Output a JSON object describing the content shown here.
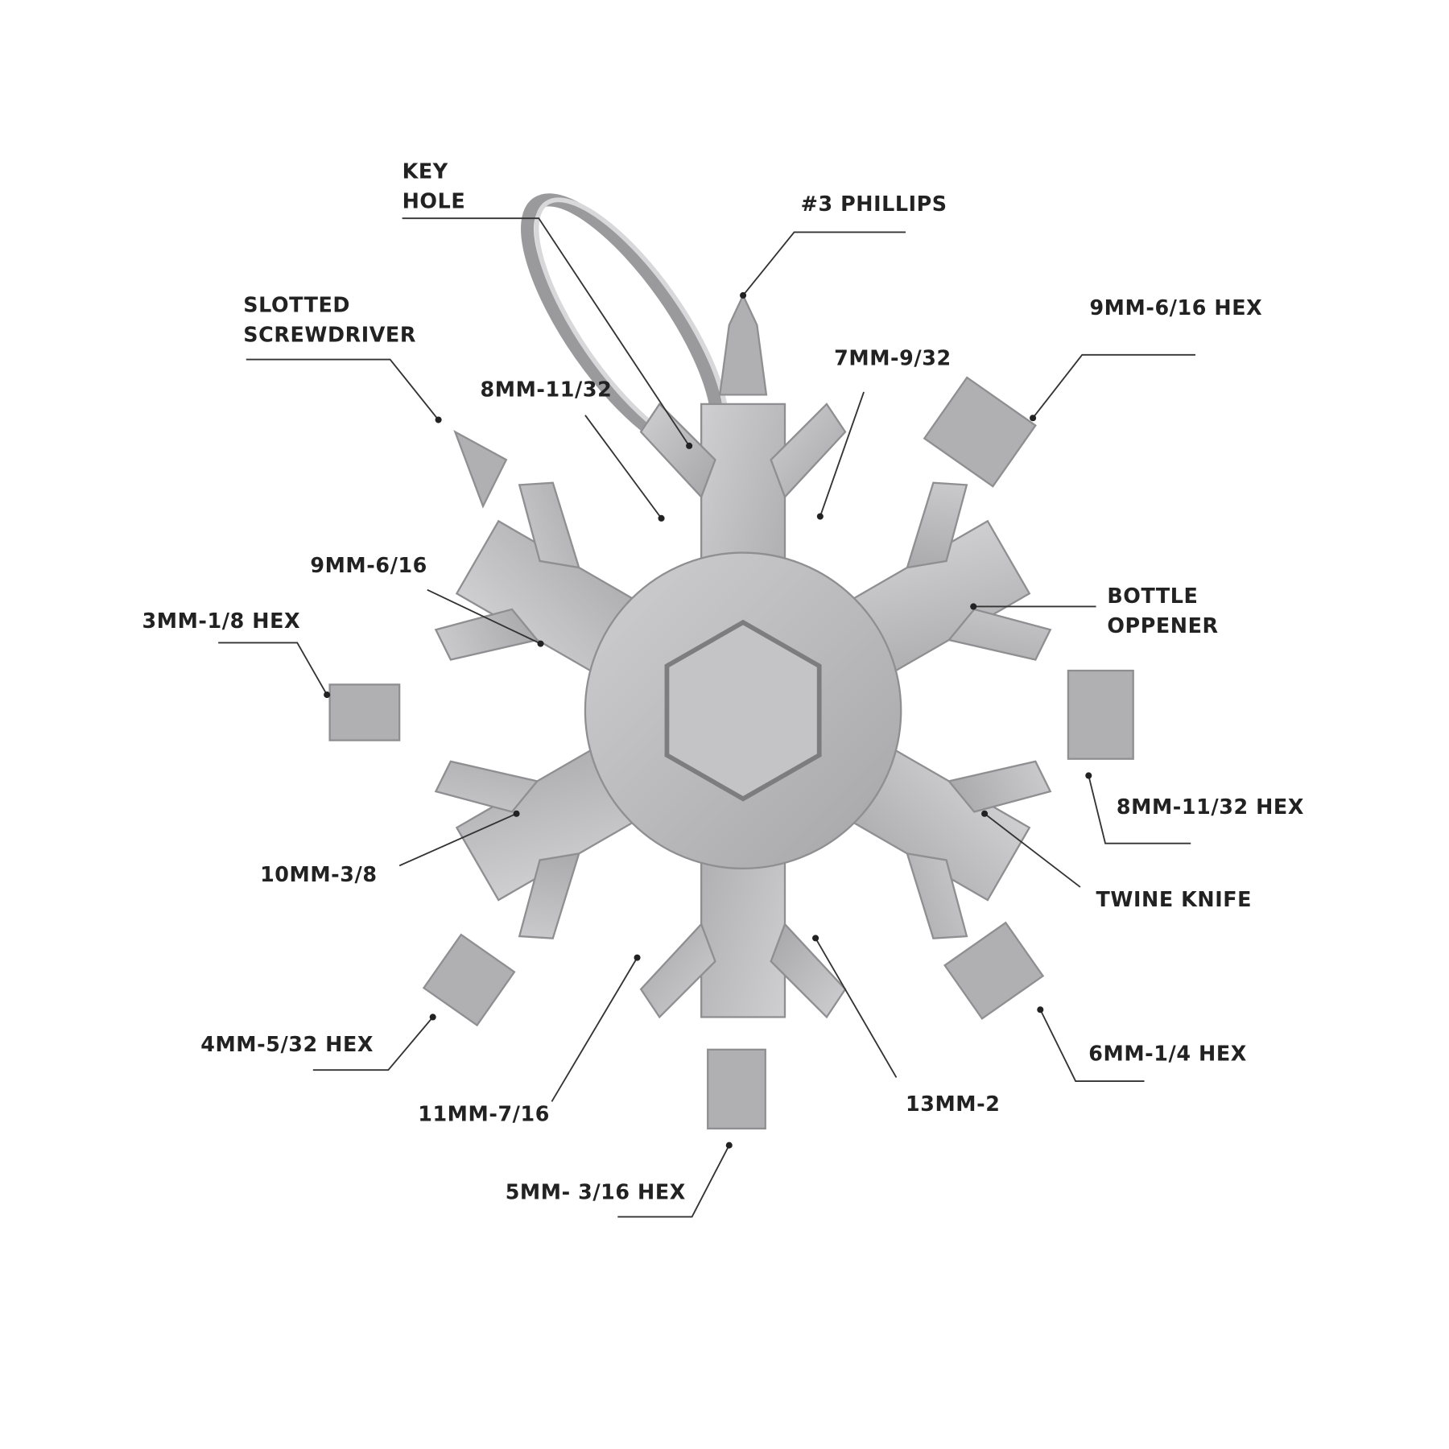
{
  "title": "Snowflake multi-tool functions",
  "colors": {
    "metal": "#b9b9bb",
    "metal_dark": "#8f8f92",
    "text": "#222222"
  },
  "labels": {
    "key_hole": [
      "KEY",
      "HOLE"
    ],
    "phillips": "#3 PHILLIPS",
    "slotted": [
      "SLOTTED",
      "SCREWDRIVER"
    ],
    "w8_top": "8MM-11/32",
    "w7": "7MM-9/32",
    "hex9": "9MM-6/16 HEX",
    "w9": "9MM-6/16",
    "hex3": "3MM-1/8 HEX",
    "bottle": [
      "BOTTLE",
      "OPPENER"
    ],
    "hex8": "8MM-11/32 HEX",
    "twine": "TWINE KNIFE",
    "w10": "10MM-3/8",
    "hex4": "4MM-5/32 HEX",
    "w11": "11MM-7/16",
    "w13": "13MM-2",
    "hex6": "6MM-1/4 HEX",
    "hex5": "5MM- 3/16 HEX"
  }
}
